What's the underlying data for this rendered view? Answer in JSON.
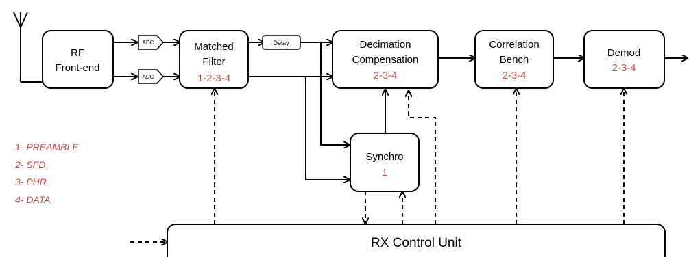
{
  "blocks": {
    "rf_frontend": {
      "line1": "RF",
      "line2": "Front-end"
    },
    "adc_top": "ADC",
    "adc_bottom": "ADC",
    "matched_filter": {
      "line1": "Matched",
      "line2": "Filter",
      "phases": "1-2-3-4"
    },
    "delay": "Delay",
    "decimation": {
      "line1": "Decimation",
      "line2": "Compensation",
      "phases": "2-3-4"
    },
    "correlation": {
      "line1": "Correlation",
      "line2": "Bench",
      "phases": "2-3-4"
    },
    "demod": {
      "line1": "Demod",
      "phases": "2-3-4"
    },
    "synchro": {
      "line1": "Synchro",
      "phases": "1"
    },
    "rx_control": "RX Control Unit"
  },
  "legend": [
    "1- PREAMBLE",
    "2- SFD",
    "3- PHR",
    "4- DATA"
  ],
  "colors": {
    "phase_text": "#c0504d",
    "stroke": "#000000",
    "background": "#ffffff"
  }
}
